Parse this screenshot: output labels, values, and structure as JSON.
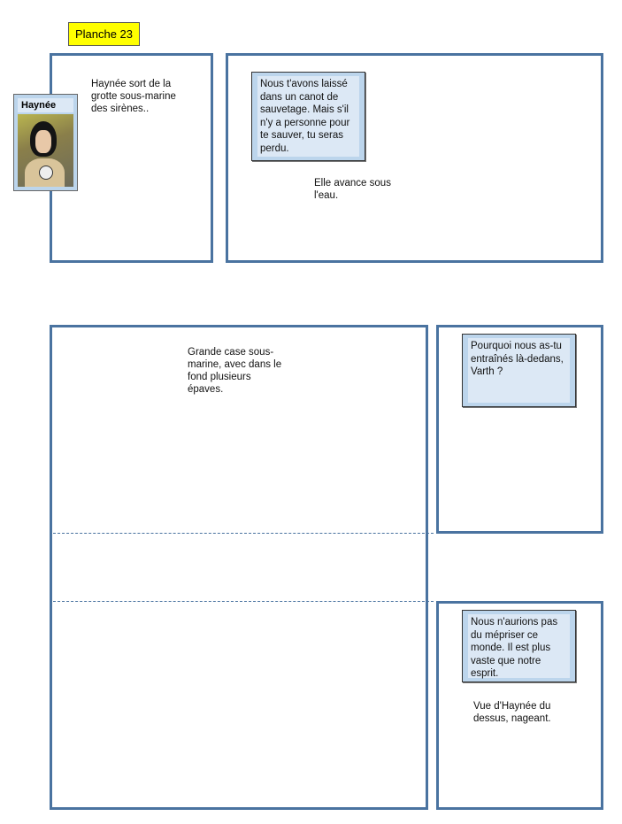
{
  "page_label": "Planche 23",
  "character_card": {
    "name": "Haynée"
  },
  "panels": [
    {
      "caption": "Haynée sort de la grotte sous-marine des sirènes.."
    },
    {
      "bubble": "Nous t'avons laissé dans un canot de sauvetage. Mais s'il n'y a personne pour te sauver, tu seras perdu.",
      "caption": "Elle avance sous l'eau."
    },
    {
      "caption": "Grande case sous-marine, avec dans le fond plusieurs épaves."
    },
    {
      "bubble": "Pourquoi nous as-tu entraînés là-dedans, Varth ?"
    },
    {
      "bubble": "Nous n'aurions pas du mépriser ce monde. Il est plus vaste que notre esprit.",
      "caption": "Vue d'Haynée du dessus, nageant."
    }
  ]
}
